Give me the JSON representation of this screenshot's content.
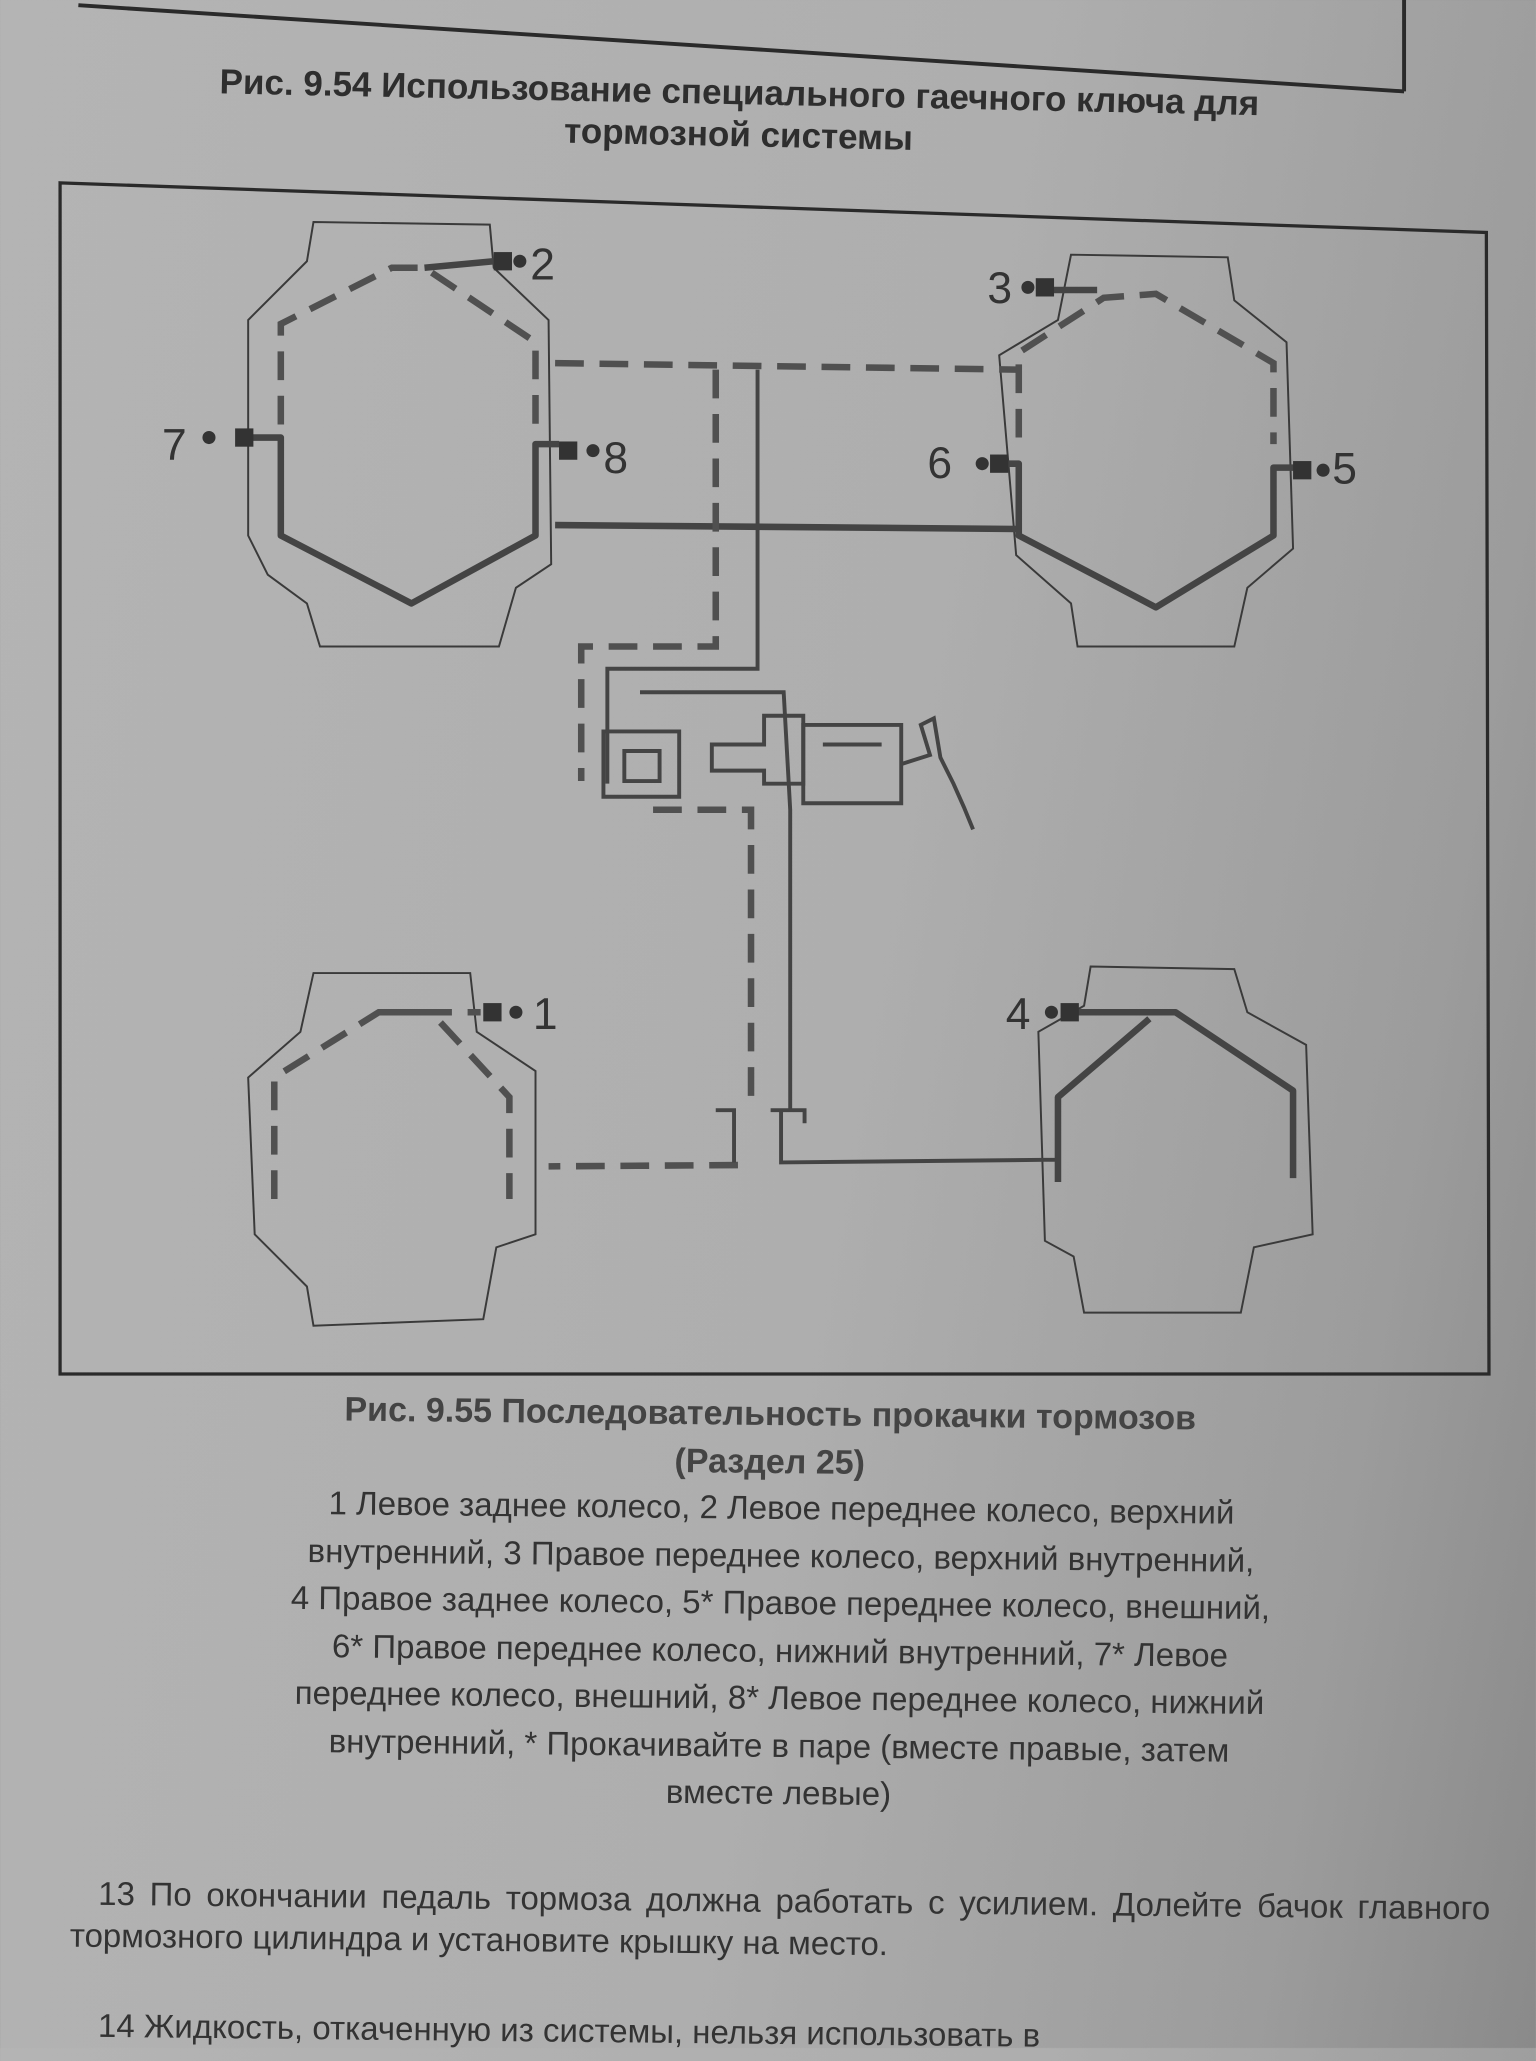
{
  "fig54": {
    "caption_line1": "Рис. 9.54 Использование специального гаечного ключа для",
    "caption_line2": "тормозной системы"
  },
  "fig55": {
    "labels": [
      "1",
      "2",
      "3",
      "4",
      "5",
      "6",
      "7",
      "8"
    ],
    "caption_line1": "Рис. 9.55 Последовательность прокачки тормозов",
    "caption_line2": "(Раздел 25)",
    "legend": [
      "1 Левое заднее колесо, 2 Левое переднее колесо, верхний",
      "внутренний, 3 Правое переднее колесо, верхний внутренний,",
      "4 Правое заднее колесо, 5* Правое переднее колесо, внешний,",
      "6* Правое переднее колесо, нижний внутренний, 7* Левое",
      "переднее колесо, внешний, 8* Левое переднее колесо, нижний",
      "внутренний, * Прокачивайте в паре (вместе правые, затем",
      "вместе левые)"
    ]
  },
  "body": {
    "para13": "13  По окончании педаль тормоза должна работать с усилием. Долейте бачок главного тормозного цилиндра и установите крышку на место.",
    "para14": "14  Жидкость, откаченную из системы, нельзя использовать в"
  }
}
